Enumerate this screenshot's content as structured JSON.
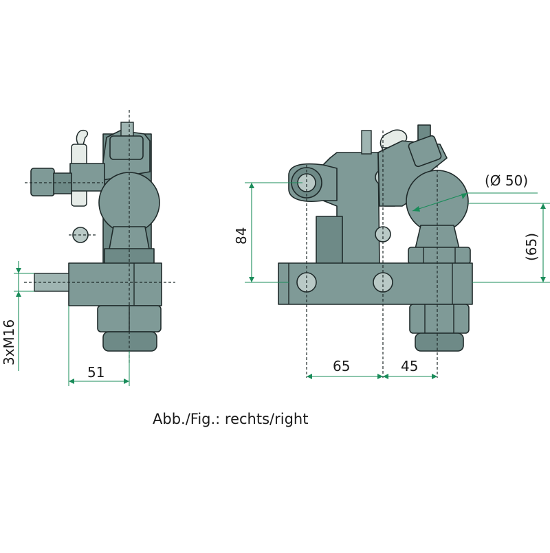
{
  "caption": "Abb./Fig.: rechts/right",
  "dimensions": {
    "thread": "3xM16",
    "side_width": "51",
    "height": "84",
    "ball_diameter": "(Ø 50)",
    "ball_height": "(65)",
    "hole_spacing": "65",
    "ball_offset": "45"
  },
  "colors": {
    "part": "#7f9a97",
    "outline": "#1f2a2a",
    "dimension": "#1a8c5a"
  }
}
